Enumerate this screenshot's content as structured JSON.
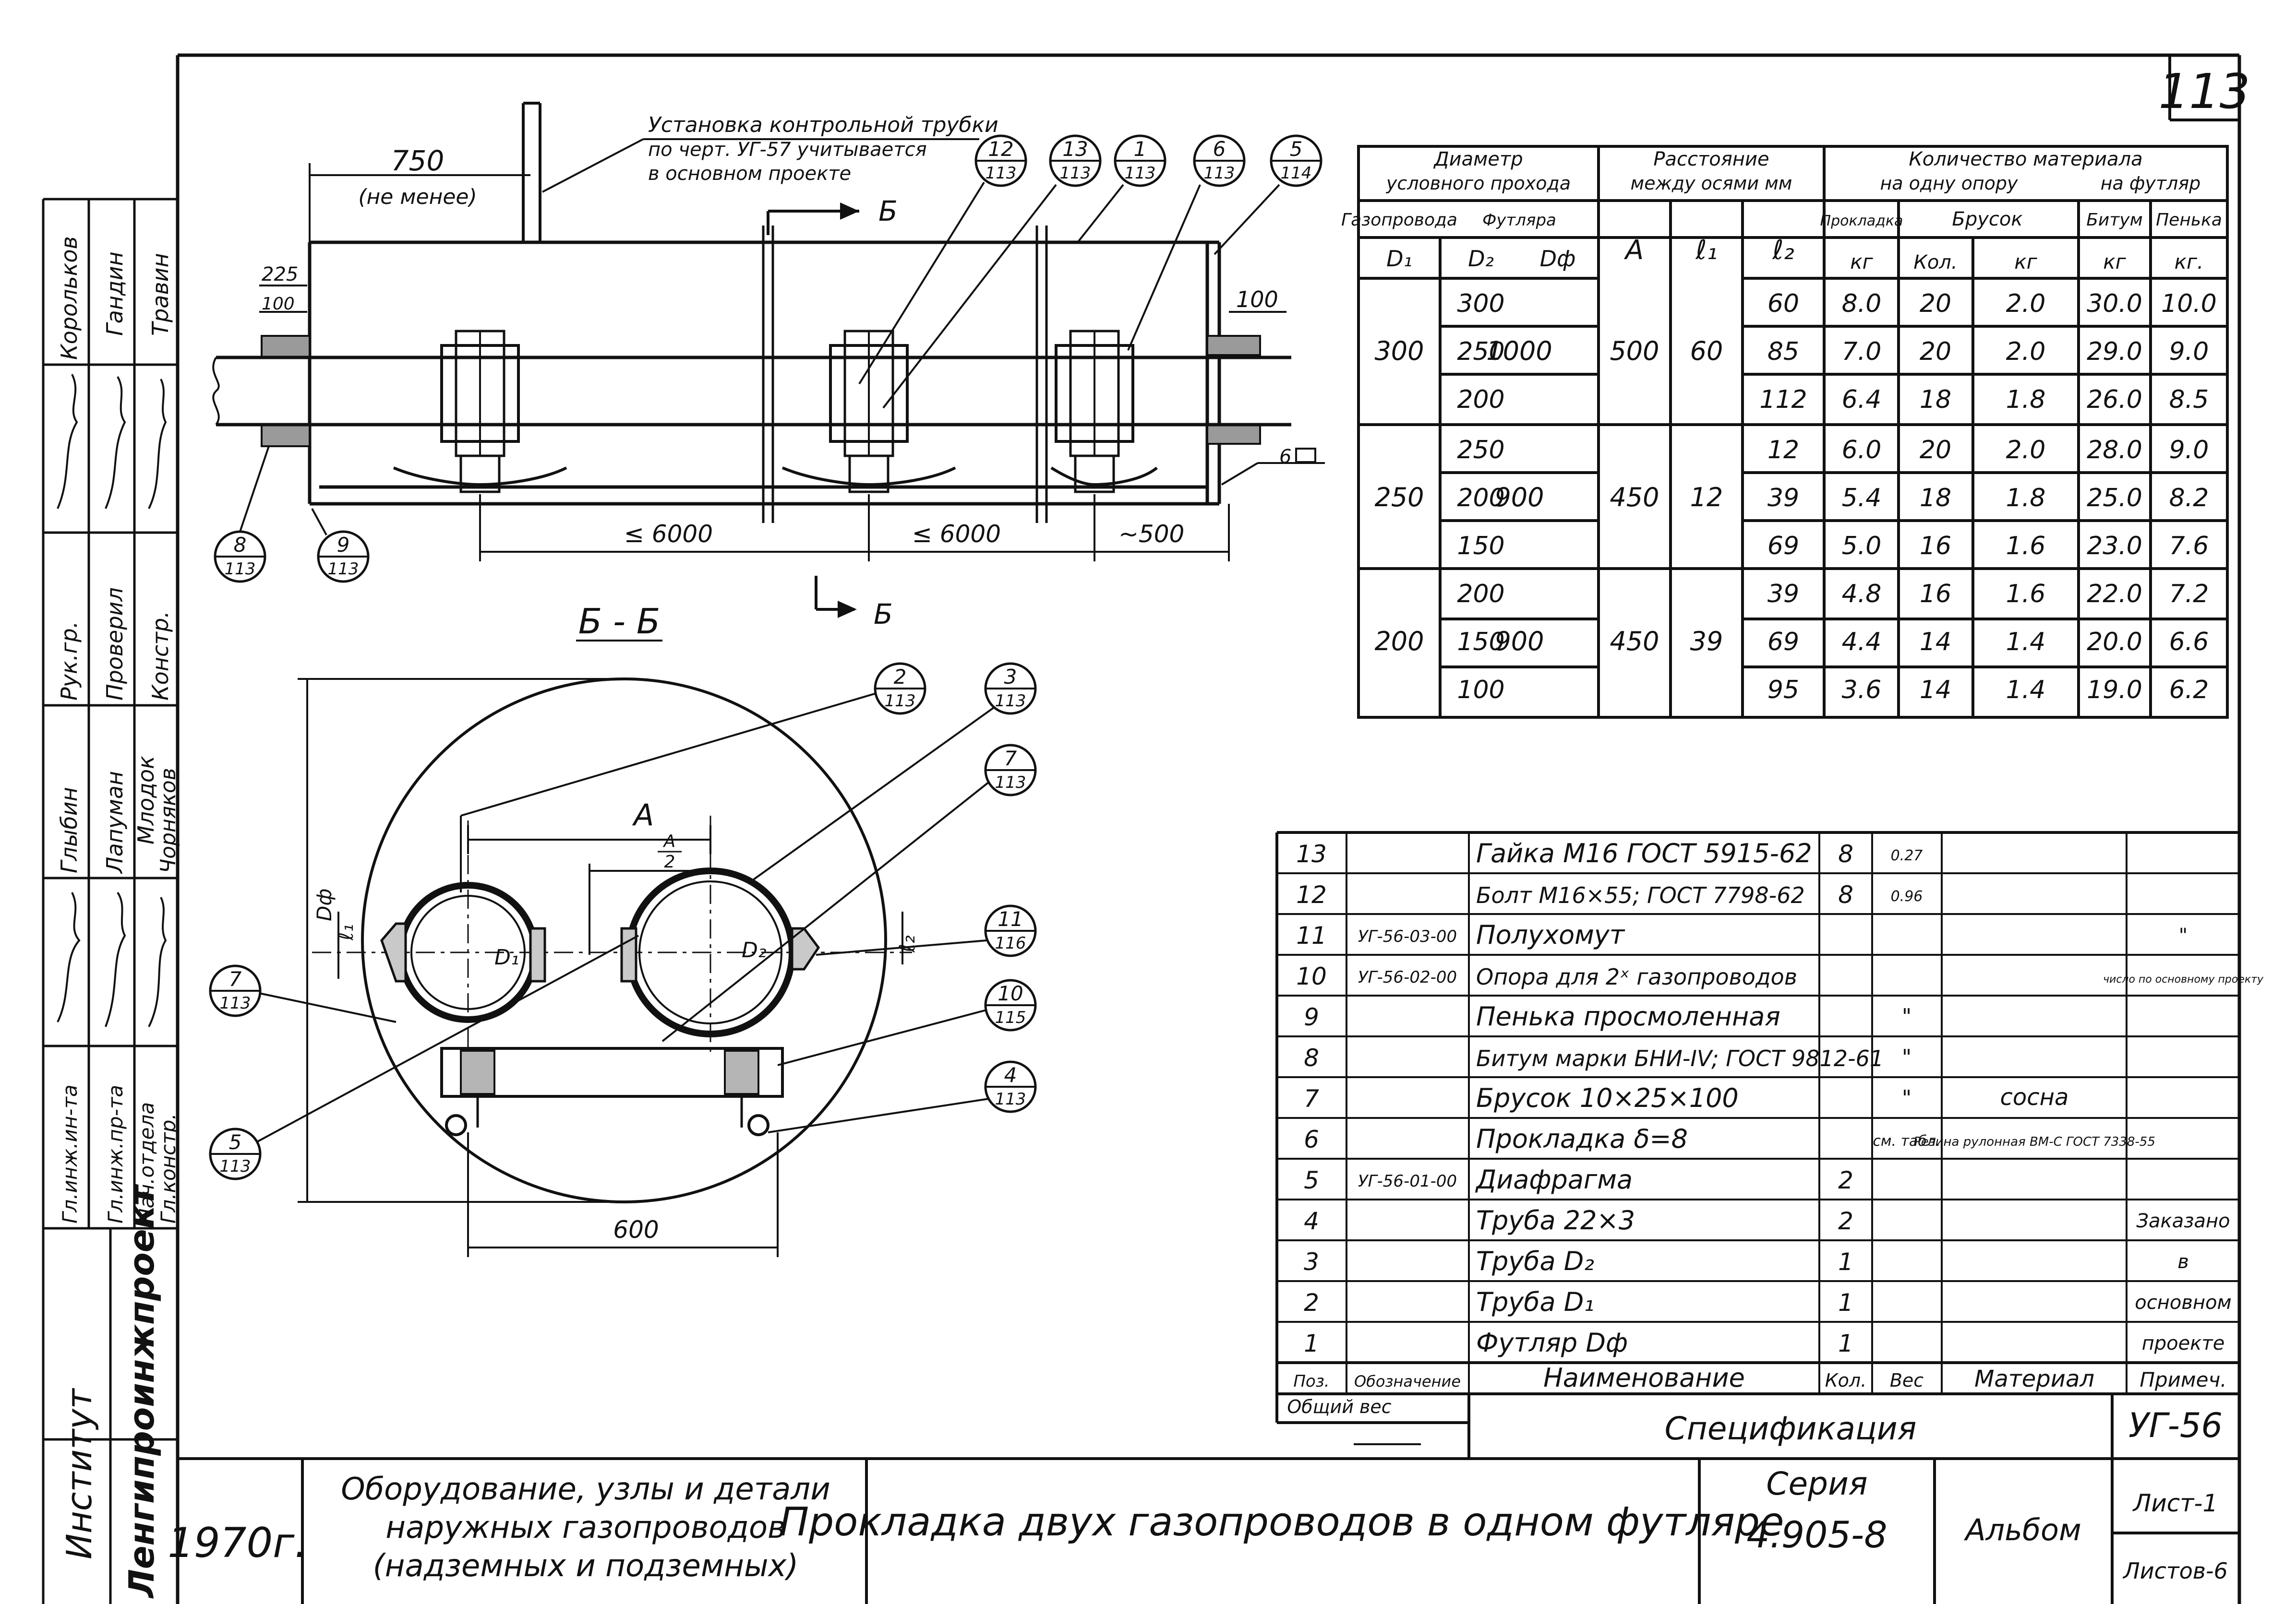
{
  "sheet_number": "113",
  "side_stamp": {
    "institute_label": "Институт",
    "institute_name": "Ленгипроинжпроект",
    "roles": [
      "Гл.инж.ин-та",
      "Гл.инж.пр-та",
      "Нач.отдела",
      "Гл.констр.",
      "Рук.гр.",
      "Проверил",
      "Констр."
    ],
    "names": [
      "Корольков",
      "Гандин",
      "Травин",
      "Глыбин",
      "Лапуман",
      "Млодок",
      "Чорняков"
    ]
  },
  "elevation": {
    "note_lines": [
      "Установка контрольной трубки",
      "по черт. УГ-57   учитывается",
      "в основном проекте"
    ],
    "dim_750": "750",
    "dim_not_less": "(не менее)",
    "dim_225": "225",
    "dim_100_left": "100",
    "dim_100_right": "100",
    "weld_mark": "6",
    "section_letter": "Б",
    "dims_bottom": [
      "≤ 6000",
      "≤ 6000",
      "~500"
    ],
    "callouts": [
      {
        "num": "12",
        "sheet": "113"
      },
      {
        "num": "13",
        "sheet": "113"
      },
      {
        "num": "1",
        "sheet": "113"
      },
      {
        "num": "6",
        "sheet": "113"
      },
      {
        "num": "5",
        "sheet": "114"
      },
      {
        "num": "8",
        "sheet": "113"
      },
      {
        "num": "9",
        "sheet": "113"
      }
    ]
  },
  "section": {
    "title": "Б - Б",
    "label_A": "A",
    "label_A2_num": "A",
    "label_A2_den": "2",
    "label_D1": "D₁",
    "label_D2": "D₂",
    "label_Df": "Dф",
    "label_l1": "ℓ₁",
    "label_l2": "ℓ₂",
    "dim_600": "600",
    "callouts": [
      {
        "num": "2",
        "sheet": "113"
      },
      {
        "num": "3",
        "sheet": "113"
      },
      {
        "num": "7",
        "sheet": "113"
      },
      {
        "num": "11",
        "sheet": "116"
      },
      {
        "num": "10",
        "sheet": "115"
      },
      {
        "num": "4",
        "sheet": "113"
      },
      {
        "num": "7",
        "sheet": "113"
      },
      {
        "num": "5",
        "sheet": "113"
      }
    ]
  },
  "materials_table": {
    "header_diameter": [
      "Диаметр",
      "условного прохода"
    ],
    "header_gaspipe": "Газопровода",
    "header_case": "Футляра",
    "header_distance": [
      "Расстояние",
      "между осями мм"
    ],
    "header_qty": "Количество материала",
    "header_per_support": "на одну опору",
    "header_per_case": "на футляр",
    "header_pad": "Прокладка",
    "header_bar": "Брусок",
    "header_bitumen": "Битум",
    "header_hemp": "Пенька",
    "sym": [
      "D₁",
      "D₂",
      "Dф",
      "A",
      "ℓ₁",
      "ℓ₂"
    ],
    "unit_kg": "кг",
    "unit_qty": "Кол.",
    "unit_kg2": "кг.",
    "groups": [
      {
        "d1": "300",
        "df": "1000",
        "a": "500",
        "l1": "60",
        "rows": [
          [
            "300",
            "60",
            "8.0",
            "20",
            "2.0",
            "30.0",
            "10.0"
          ],
          [
            "250",
            "85",
            "7.0",
            "20",
            "2.0",
            "29.0",
            "9.0"
          ],
          [
            "200",
            "112",
            "6.4",
            "18",
            "1.8",
            "26.0",
            "8.5"
          ]
        ]
      },
      {
        "d1": "250",
        "df": "900",
        "a": "450",
        "l1": "12",
        "rows": [
          [
            "250",
            "12",
            "6.0",
            "20",
            "2.0",
            "28.0",
            "9.0"
          ],
          [
            "200",
            "39",
            "5.4",
            "18",
            "1.8",
            "25.0",
            "8.2"
          ],
          [
            "150",
            "69",
            "5.0",
            "16",
            "1.6",
            "23.0",
            "7.6"
          ]
        ]
      },
      {
        "d1": "200",
        "df": "900",
        "a": "450",
        "l1": "39",
        "rows": [
          [
            "200",
            "39",
            "4.8",
            "16",
            "1.6",
            "22.0",
            "7.2"
          ],
          [
            "150",
            "69",
            "4.4",
            "14",
            "1.4",
            "20.0",
            "6.6"
          ],
          [
            "100",
            "95",
            "3.6",
            "14",
            "1.4",
            "19.0",
            "6.2"
          ]
        ]
      }
    ]
  },
  "specification": {
    "rows": [
      {
        "pos": "13",
        "code": "",
        "name": "Гайка М16  ГОСТ 5915-62",
        "qty": "8",
        "weight": "0.27",
        "material": "",
        "note": ""
      },
      {
        "pos": "12",
        "code": "",
        "name": "Болт М16×55; ГОСТ 7798-62",
        "qty": "8",
        "weight": "0.96",
        "material": "",
        "note": ""
      },
      {
        "pos": "11",
        "code": "УГ-56-03-00",
        "name": "Полухомут",
        "qty": "",
        "weight": "",
        "material": "",
        "note": "\""
      },
      {
        "pos": "10",
        "code": "УГ-56-02-00",
        "name": "Опора для 2ˣ газопроводов",
        "qty": "",
        "weight": "",
        "material": "",
        "note": "число по основному проекту"
      },
      {
        "pos": "9",
        "code": "",
        "name": "Пенька просмоленная",
        "qty": "",
        "weight": "\"",
        "material": "",
        "note": ""
      },
      {
        "pos": "8",
        "code": "",
        "name": "Битум марки БНИ-IV; ГОСТ 9812-61",
        "qty": "",
        "weight": "\"",
        "material": "",
        "note": ""
      },
      {
        "pos": "7",
        "code": "",
        "name": "Брусок 10×25×100",
        "qty": "",
        "weight": "\"",
        "material": "сосна",
        "note": ""
      },
      {
        "pos": "6",
        "code": "",
        "name": "Прокладка  δ=8",
        "qty": "",
        "weight": "см. табл.",
        "material": "Резина рулонная ВМ-С ГОСТ 7338-55",
        "note": ""
      },
      {
        "pos": "5",
        "code": "УГ-56-01-00",
        "name": "Диафрагма",
        "qty": "2",
        "weight": "",
        "material": "",
        "note": ""
      },
      {
        "pos": "4",
        "code": "",
        "name": "Труба 22×3",
        "qty": "2",
        "weight": "",
        "material": "",
        "note": "Заказано"
      },
      {
        "pos": "3",
        "code": "",
        "name": "Труба D₂",
        "qty": "1",
        "weight": "",
        "material": "",
        "note": "в"
      },
      {
        "pos": "2",
        "code": "",
        "name": "Труба D₁",
        "qty": "1",
        "weight": "",
        "material": "",
        "note": "основном"
      },
      {
        "pos": "1",
        "code": "",
        "name": "Футляр Dф",
        "qty": "1",
        "weight": "",
        "material": "",
        "note": "проекте"
      }
    ],
    "headers": [
      "Поз.",
      "Обозначение",
      "Наименование",
      "Кол.",
      "Вес",
      "Материал",
      "Примеч."
    ],
    "total_weight_label": "Общий вес",
    "title": "Спецификация",
    "code": "УГ-56"
  },
  "title_block": {
    "year": "1970г.",
    "subject": [
      "Оборудование, узлы и детали",
      "наружных газопроводов",
      "(надземных и подземных)"
    ],
    "drawing_title": "Прокладка двух газопроводов в одном футляре",
    "series_label": "Серия",
    "series_value": "4.905-8",
    "album_label": "Альбом",
    "sheet_label": "Лист-1",
    "sheets_label": "Листов-6"
  }
}
